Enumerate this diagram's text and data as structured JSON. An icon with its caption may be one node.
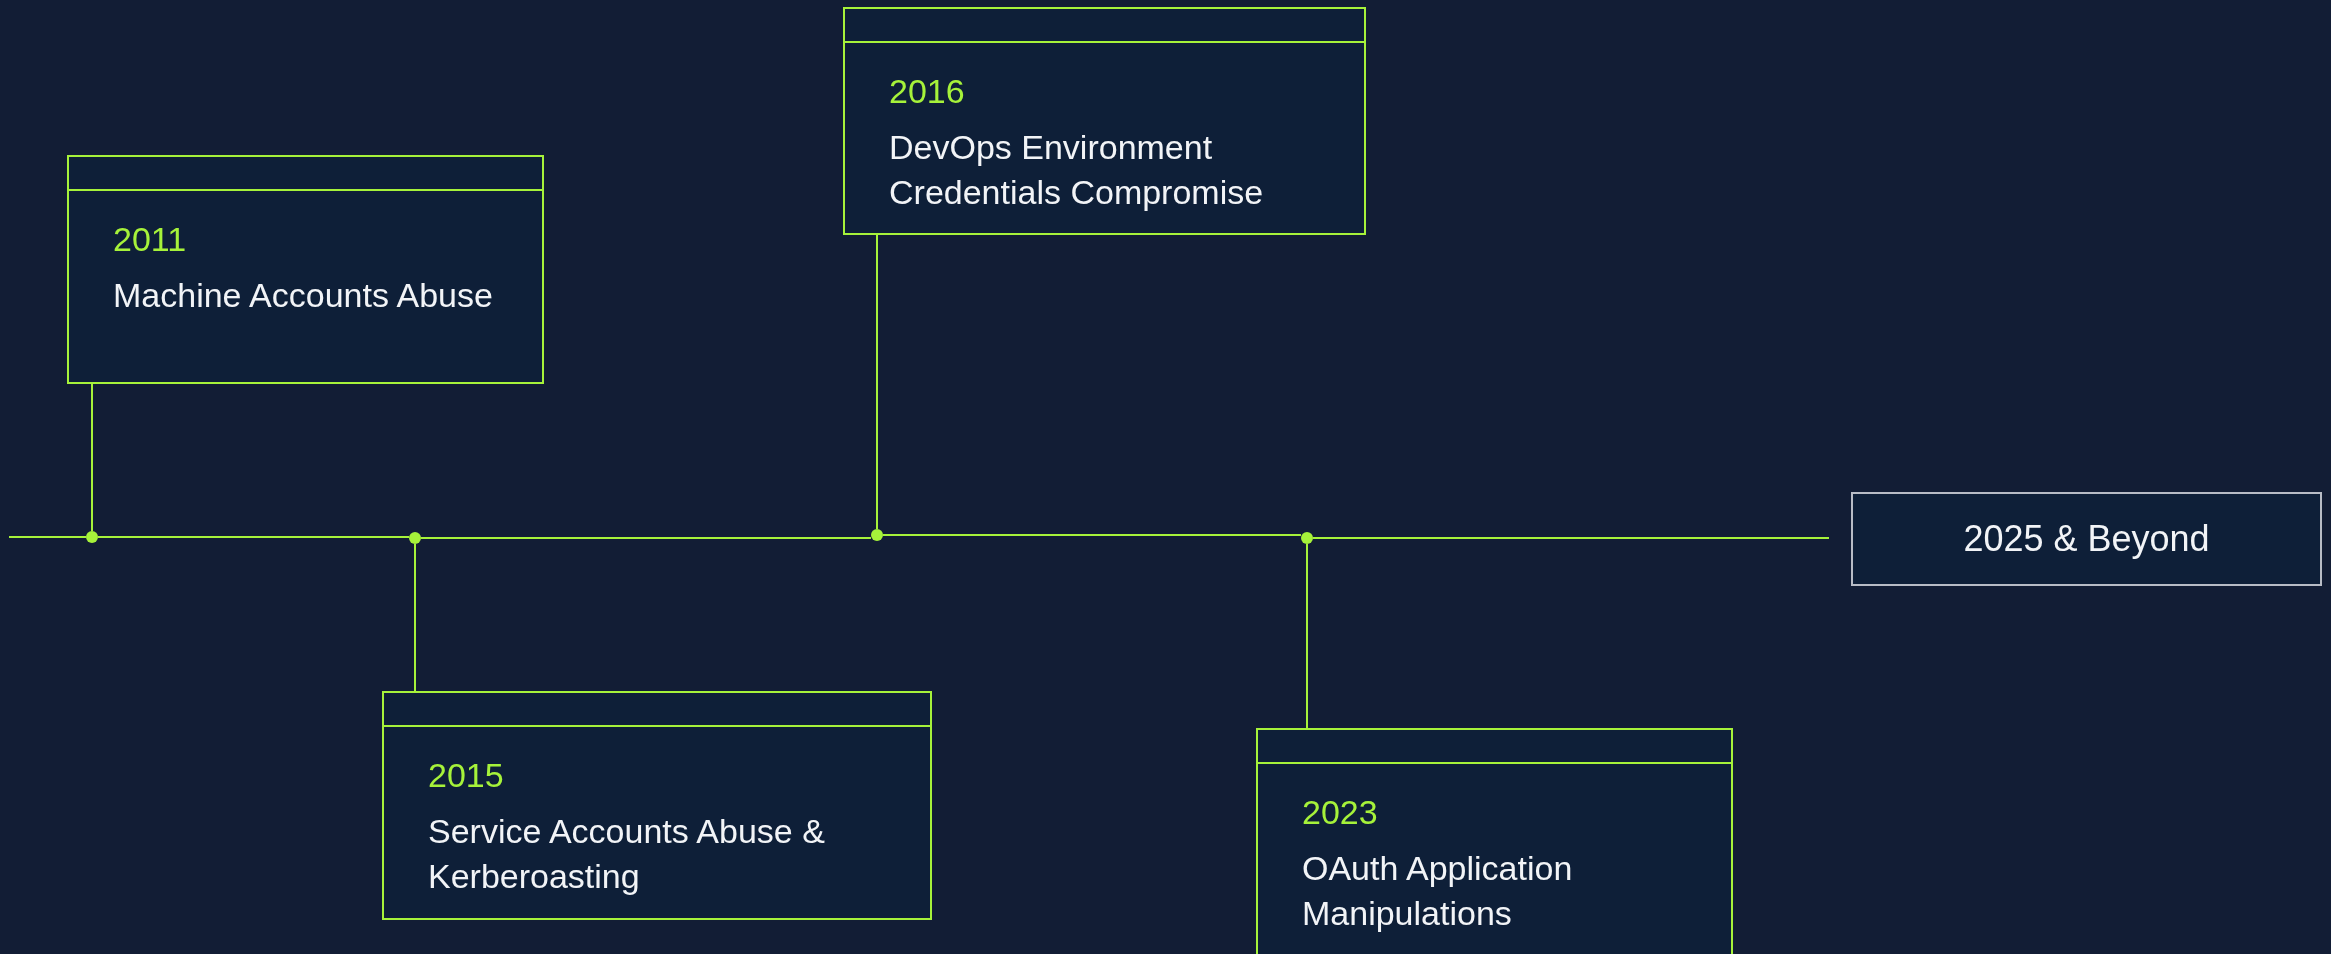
{
  "diagram": {
    "nodes": [
      {
        "text": [
          "2011",
          "Machine Accounts Abuse"
        ]
      },
      {
        "text": [
          "2015",
          "Service Accounts Abuse & Kerberoasting"
        ]
      },
      {
        "text": [
          "2016",
          "DevOps Environment Credentials Compromise"
        ]
      },
      {
        "text": [
          "2023",
          "OAuth Application Manipulations"
        ]
      },
      {
        "text": [
          "2025 & Beyond"
        ]
      },
      {
        "text": [],
        "shape": "circle"
      },
      {
        "text": [],
        "shape": "circle"
      },
      {
        "text": [],
        "shape": "circle"
      },
      {
        "text": [],
        "shape": "circle"
      }
    ],
    "edges": [
      {
        "from": 0,
        "to": 5,
        "arrow": "none"
      },
      {
        "from": 1,
        "to": 6,
        "arrow": "none"
      },
      {
        "from": 2,
        "to": 7,
        "arrow": "none"
      },
      {
        "from": 3,
        "to": 8,
        "arrow": "none"
      },
      {
        "from": null,
        "to": 5,
        "arrow": "none"
      },
      {
        "from": 5,
        "to": 6,
        "arrow": "none"
      },
      {
        "from": 6,
        "to": 7,
        "arrow": "none"
      },
      {
        "from": 7,
        "to": 8,
        "arrow": "none"
      },
      {
        "from": 8,
        "to": 4,
        "arrow": "none"
      }
    ]
  }
}
